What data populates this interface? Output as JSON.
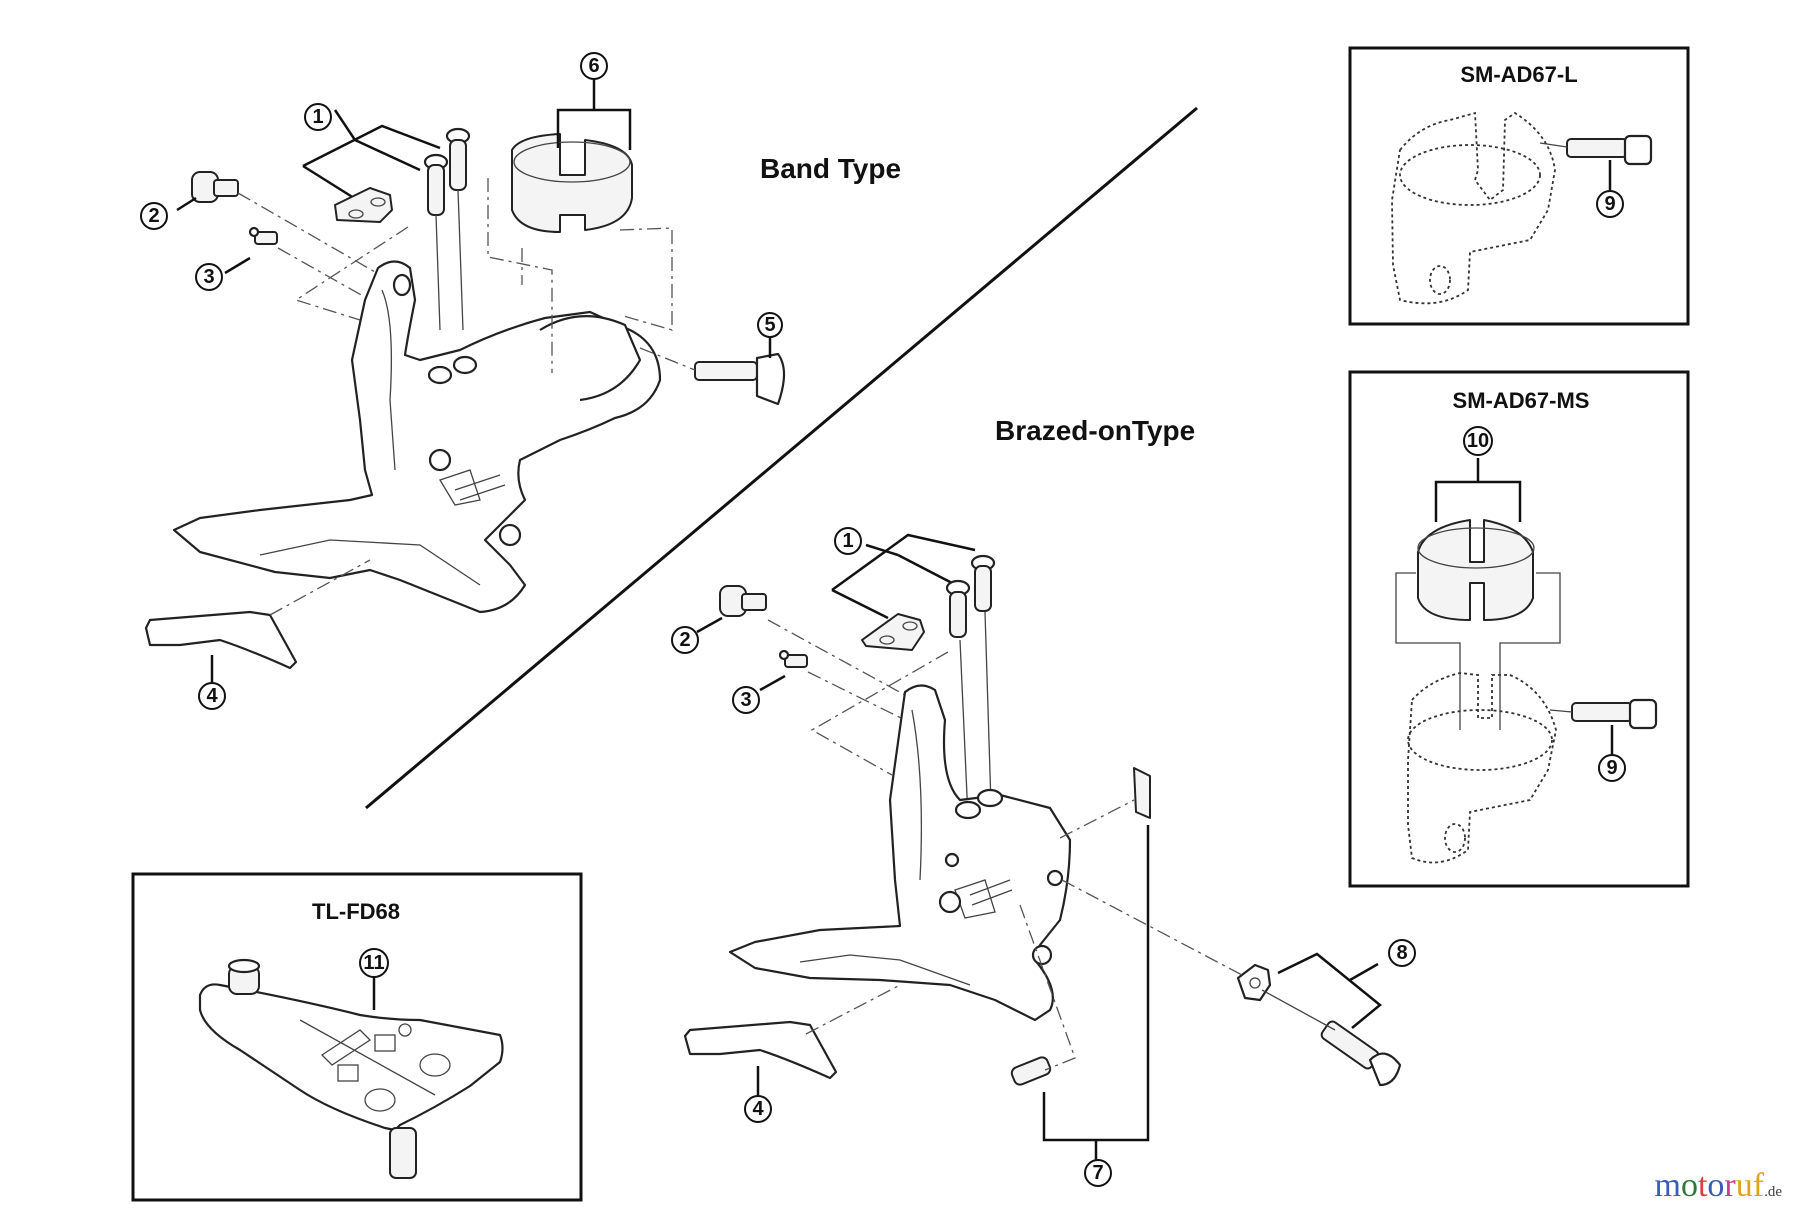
{
  "sections": {
    "band_type": {
      "title": "Band Type"
    },
    "brazed_on_type": {
      "title": "Brazed-onType"
    }
  },
  "boxes": {
    "sm_ad67_l": {
      "title": "SM-AD67-L"
    },
    "sm_ad67_ms": {
      "title": "SM-AD67-MS"
    },
    "tl_fd68": {
      "title": "TL-FD68"
    }
  },
  "callouts": {
    "band": {
      "c1": "1",
      "c2": "2",
      "c3": "3",
      "c4": "4",
      "c5": "5",
      "c6": "6"
    },
    "brazed": {
      "c1": "1",
      "c2": "2",
      "c3": "3",
      "c4": "4",
      "c7": "7",
      "c8": "8"
    },
    "sm_ad67_l": {
      "c9": "9"
    },
    "sm_ad67_ms": {
      "c10": "10",
      "c9": "9"
    },
    "tl_fd68": {
      "c11": "11"
    }
  },
  "watermark": {
    "letters": [
      "m",
      "o",
      "t",
      "o",
      "r",
      "u",
      "f"
    ],
    "colors": [
      "#3b5bb5",
      "#2f7a3a",
      "#d93f3f",
      "#3b5bb5",
      "#cc3b8a",
      "#e2a21a",
      "#e2a21a"
    ],
    "suffix": ".de"
  }
}
